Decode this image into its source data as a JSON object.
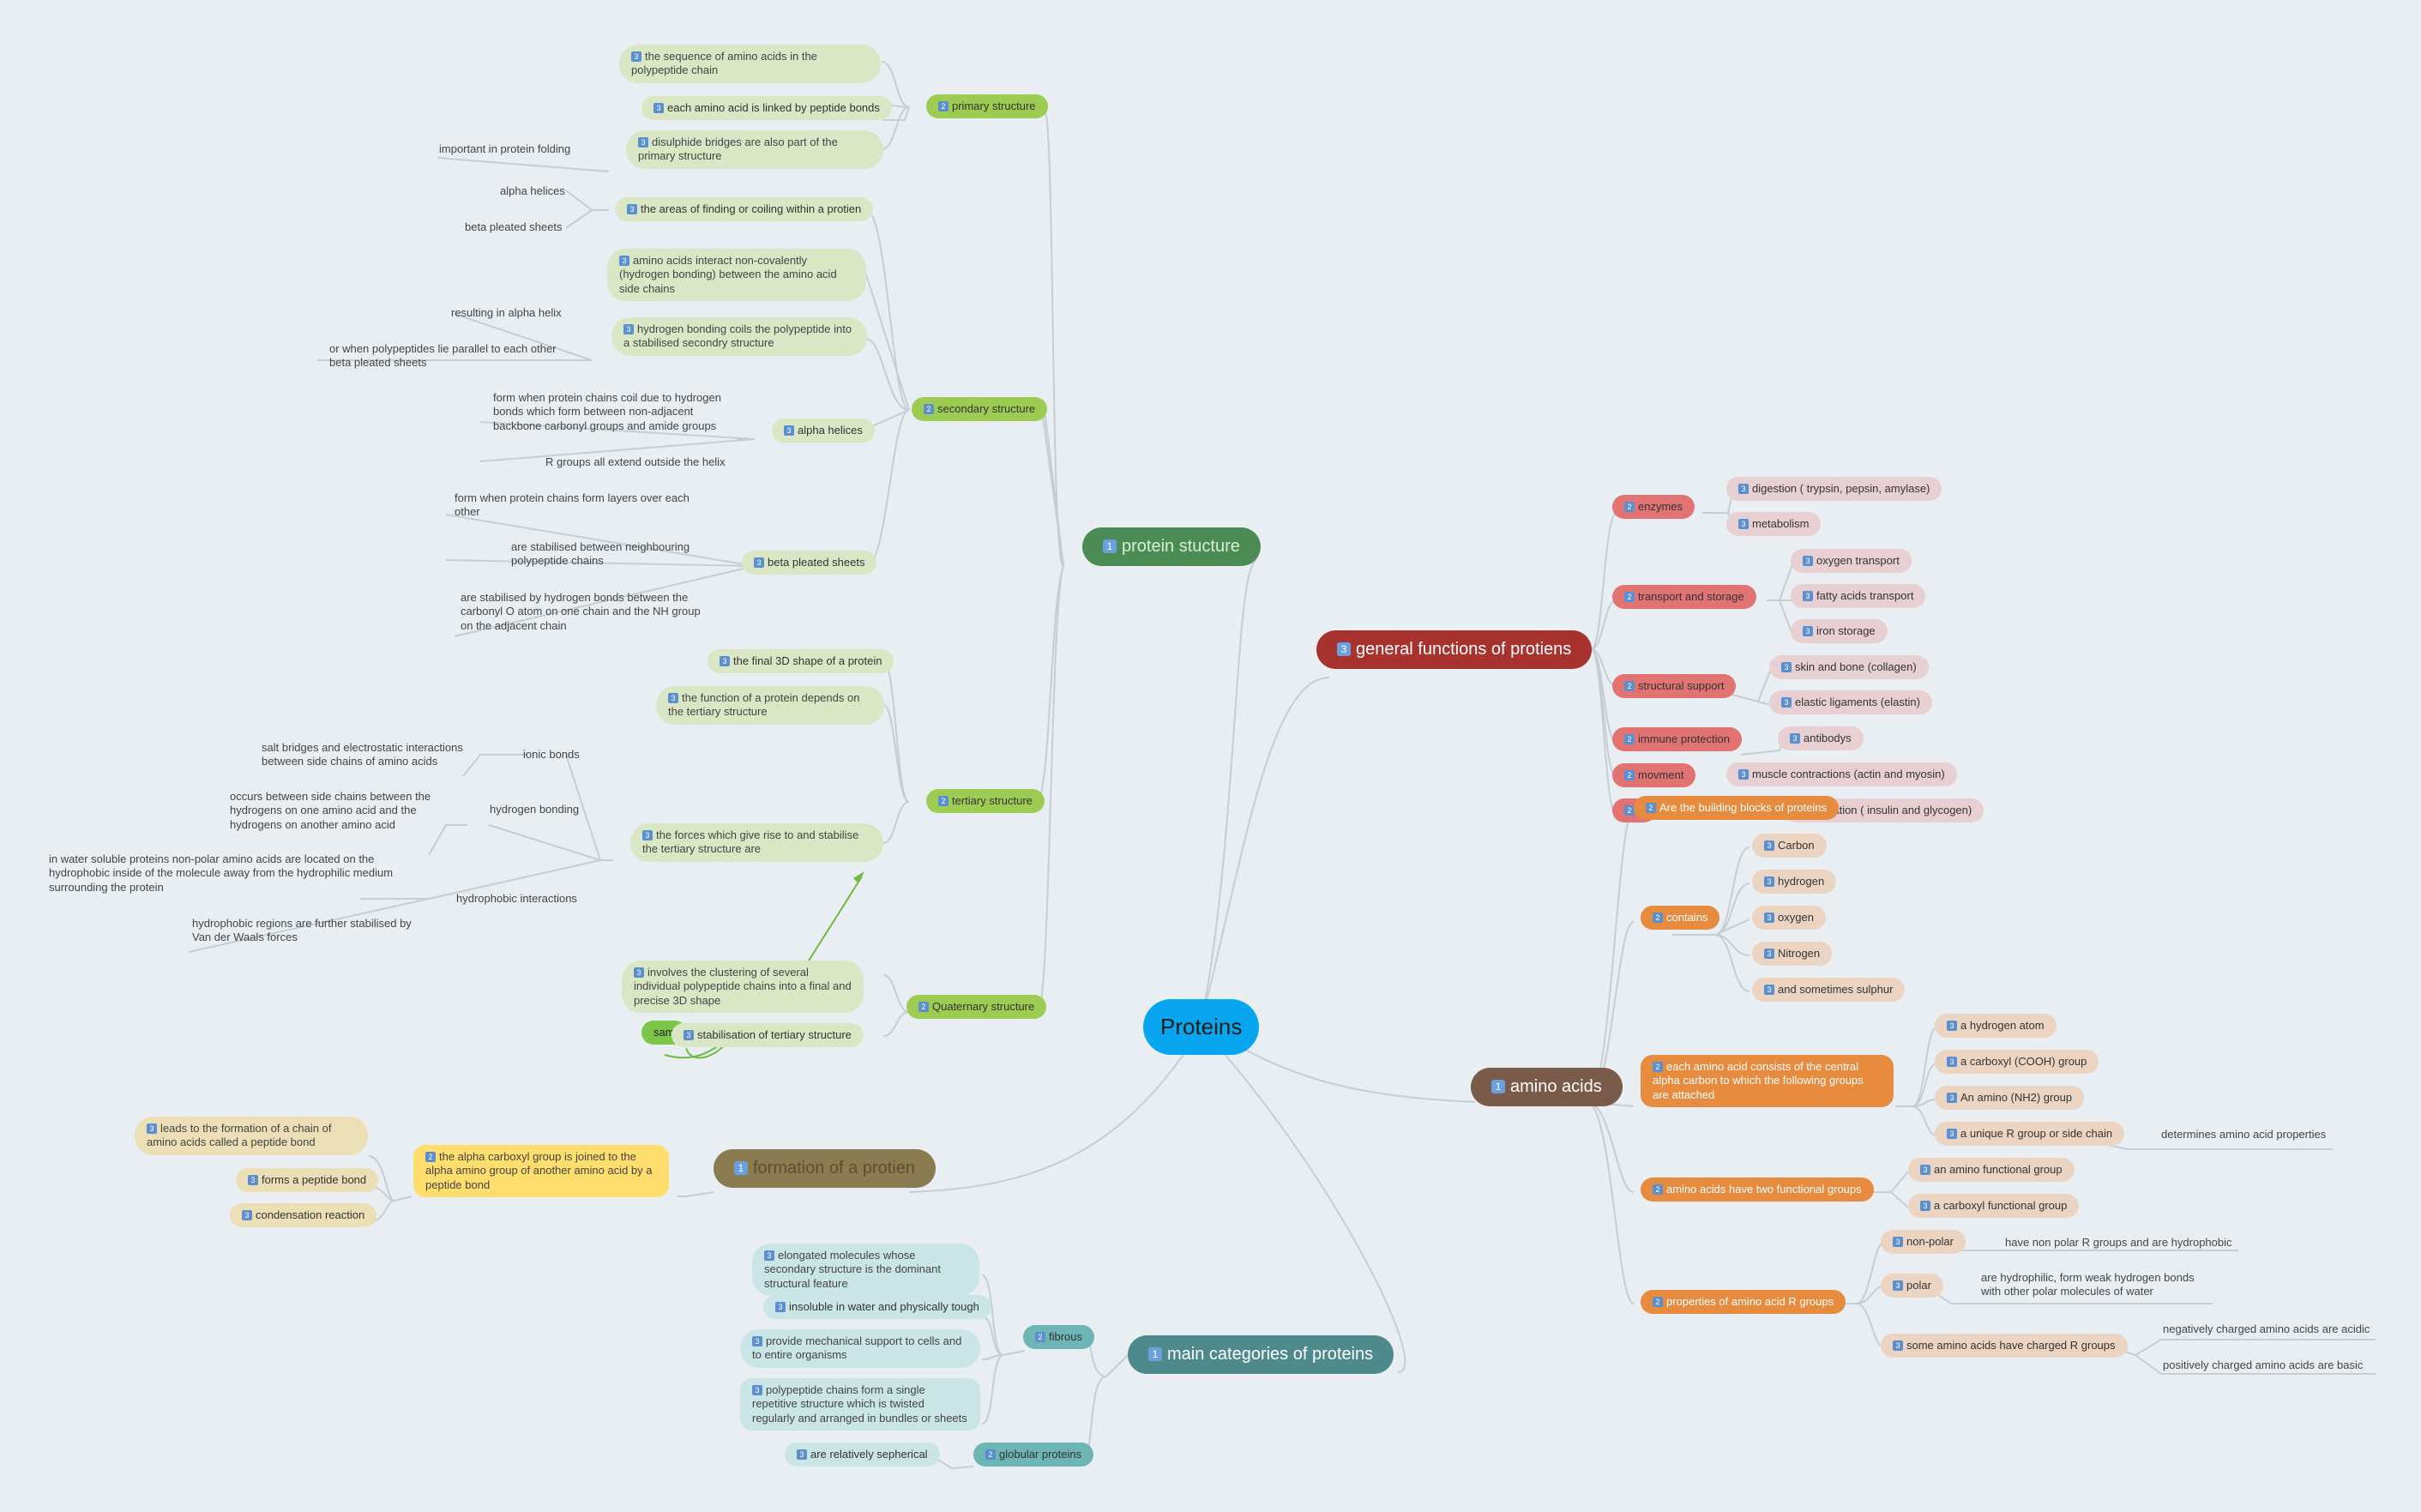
{
  "central": "Proteins",
  "protein_structure": {
    "title": "protein stucture",
    "primary": {
      "label": "primary structure",
      "items": [
        "the sequence of amino acids in the polypeptide chain",
        "each amino acid is linked by peptide bonds",
        "disulphide bridges are also part of the primary structure"
      ],
      "note": "important in protein folding"
    },
    "secondary": {
      "label": "secondary structure",
      "areas": "the areas of finding or coiling within a protien",
      "areas_notes": [
        "alpha helices",
        "beta pleated sheets"
      ],
      "interact": "amino acids interact non-covalently (hydrogen bonding) between the amino acid side chains",
      "hbond": "hydrogen bonding coils the polypeptide into a stabilised secondry structure",
      "hbond_notes": [
        "resulting in alpha helix",
        "or when polypeptides lie parallel to each other beta pleated sheets"
      ],
      "alpha": "alpha helices",
      "alpha_notes": [
        "form when protein chains coil due to hydrogen bonds which form between non-adjacent backbone carbonyl groups and amide groups",
        "R groups all extend outside the helix"
      ],
      "beta": "beta pleated sheets",
      "beta_notes": [
        "form when protein chains form layers over each other",
        "are stabilised between neighbouring polypeptide chains",
        "are stabilised by hydrogen bonds between the carbonyl O atom on one chain and the NH group on the adjacent chain"
      ]
    },
    "tertiary": {
      "label": "tertiary structure",
      "final": "the final 3D shape of a protein",
      "function": "the function of a protein depends on the tertiary structure",
      "forces": "the forces which give rise to and stabilise the tertiary structure are",
      "ionic": "ionic bonds",
      "ionic_note": "salt bridges and electrostatic interactions between side chains of amino acids",
      "hydrogen": "hydrogen bonding",
      "hydrogen_note": "occurs between side chains between the hydrogens on one amino acid and the hydrogens on another amino acid",
      "hydrophobic": "hydrophobic interactions",
      "hydrophobic_notes": [
        "in water soluble proteins non-polar amino acids are located on the hydrophobic inside of the molecule away from the hydrophilic medium surrounding the protein",
        "hydrophobic regions are further stabilised by Van der Waals forces"
      ]
    },
    "quaternary": {
      "label": "Quaternary structure",
      "items": [
        "involves the clustering of several individual polypeptide chains into a final and precise 3D shape",
        "stabilisation of tertiary structure"
      ],
      "same": "sam"
    }
  },
  "general_functions": {
    "title": "general functions of protiens",
    "groups": [
      {
        "label": "enzymes",
        "items": [
          "digestion ( trypsin, pepsin, amylase)",
          "metabolism"
        ]
      },
      {
        "label": "transport and storage",
        "items": [
          "oxygen transport",
          "fatty acids transport",
          "iron storage"
        ]
      },
      {
        "label": "structural support",
        "items": [
          "skin and bone (collagen)",
          "elastic ligaments (elastin)"
        ]
      },
      {
        "label": "immune protection",
        "items": [
          "antibodys"
        ]
      },
      {
        "label": "movment",
        "items": [
          "muscle contractions (actin and myosin)"
        ]
      },
      {
        "label": "h",
        "items": [
          "gulation ( insulin and glycogen)"
        ]
      }
    ]
  },
  "amino_acids": {
    "title": "amino acids",
    "building": "Are the building blocks of proteins",
    "contains": {
      "label": "contains",
      "items": [
        "Carbon",
        "hydrogen",
        "oxygen",
        "Nitrogen",
        "and sometimes sulphur"
      ]
    },
    "each": {
      "label": "each amino acid consists of the central alpha carbon to which the following groups are attached",
      "items": [
        "a hydrogen atom",
        "a carboxyl (COOH) group",
        "An amino (NH2) group",
        "a unique R group or side chain"
      ],
      "note": "determines amino acid properties"
    },
    "functional": {
      "label": "amino acids have two functional groups",
      "items": [
        "an amino functional group",
        "a carboxyl functional group"
      ]
    },
    "rgroups": {
      "label": "properties of amino acid R groups",
      "nonpolar": "non-polar",
      "nonpolar_note": "have non polar R groups and are hydrophobic",
      "polar": "polar",
      "polar_note": "are hydrophilic, form weak hydrogen bonds with other polar molecules of water",
      "charged": "some amino acids have charged R groups",
      "charged_notes": [
        "negatively charged amino acids are acidic",
        "positively charged amino acids are basic"
      ]
    }
  },
  "formation": {
    "title": "formation of a protien",
    "joined": "the alpha carboxyl group is joined to the alpha amino group of another amino acid by a peptide bond",
    "items": [
      "leads to the formation of a chain of amino acids called a peptide bond",
      "forms a peptide bond",
      "condensation reaction"
    ]
  },
  "main_categories": {
    "title": "main categories of proteins",
    "fibrous": {
      "label": "fibrous",
      "items": [
        "elongated molecules whose secondary structure is the dominant structural feature",
        "insoluble in water and physically tough",
        "provide mechanical support to cells and to entire organisms",
        "polypeptide chains form a single repetitive structure which is twisted regularly and arranged in bundles or sheets"
      ]
    },
    "globular": {
      "label": "globular proteins",
      "items": [
        "are relatively sepherical"
      ]
    }
  },
  "badges": {
    "level1": "1",
    "level2": "2",
    "level3": "3"
  },
  "colors": {
    "background": "#e8eef2",
    "central": "#07a6ef",
    "structure": "#4b8c55",
    "functions": "#a8322e",
    "amino": "#7a5a48",
    "formation": "#8a7b50",
    "categories": "#4e8a8c",
    "link": "#c5ced4"
  }
}
